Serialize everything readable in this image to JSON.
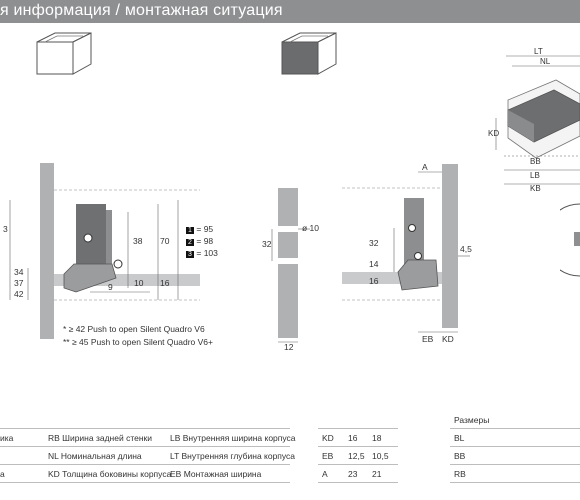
{
  "header": {
    "title": "я информация / монтажная ситуация"
  },
  "drawing_left": {
    "dims": {
      "d38": "38",
      "d70": "70",
      "d9": "9",
      "d10": "10",
      "d16": "16",
      "d34": "34",
      "d37": "37",
      "d42": "42",
      "d3": "3"
    },
    "legend": [
      {
        "num": "1",
        "text": "= 95"
      },
      {
        "num": "2",
        "text": "= 98"
      },
      {
        "num": "3",
        "text": "= 103"
      }
    ],
    "notes": [
      "*  ≥ 42 Push to open Silent Quadro V6",
      "** ≥ 45 Push to open Silent Quadro V6+"
    ]
  },
  "drawing_mid": {
    "dims": {
      "d10": "ø 10",
      "d32": "32",
      "d12": "12"
    }
  },
  "drawing_right": {
    "dims": {
      "A": "A",
      "d32": "32",
      "d14": "14",
      "d16": "16",
      "d45": "4,5",
      "EB": "EB",
      "KD": "KD"
    }
  },
  "iso_labels": {
    "LT": "LT",
    "NL": "NL",
    "KD": "KD",
    "BB": "BB",
    "LB": "LB",
    "KB": "KB"
  },
  "legend_table": {
    "col1": [
      "ика",
      "",
      "а"
    ],
    "col2": [
      "RB Ширина задней стенки",
      "NL Номинальная длина",
      "KD Толщина боковины корпуса"
    ],
    "col3": [
      "LB Внутренняя ширина корпуса",
      "LT Внутренняя глубина корпуса",
      "EB Монтажная ширина"
    ]
  },
  "values_table": {
    "rows": [
      {
        "label": "KD",
        "v1": "16",
        "v2": "18"
      },
      {
        "label": "EB",
        "v1": "12,5",
        "v2": "10,5"
      },
      {
        "label": "A",
        "v1": "23",
        "v2": "21"
      }
    ]
  },
  "sizes_table": {
    "title": "Размеры",
    "rows": [
      "BL",
      "BB",
      "RB"
    ]
  }
}
